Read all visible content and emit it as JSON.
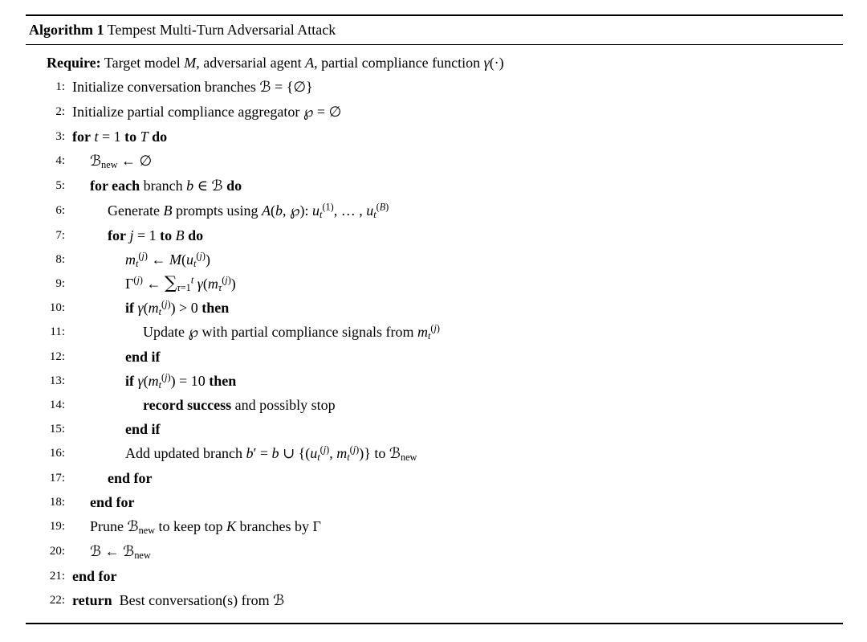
{
  "colors": {
    "background": "#ffffff",
    "text": "#000000",
    "rule": "#000000"
  },
  "algorithm": {
    "header": {
      "label": "Algorithm 1",
      "title": " Tempest Multi-Turn Adversarial Attack"
    },
    "require": {
      "label": "Require:",
      "html": "  Target model <i>M</i>, adversarial agent <i>A</i>, partial compliance function <i>γ</i>(·)"
    },
    "lines": [
      {
        "num": "1:",
        "indent": 0,
        "html": "Initialize conversation branches <span class='cal'>ℬ</span> = {∅}"
      },
      {
        "num": "2:",
        "indent": 0,
        "html": "Initialize partial compliance aggregator <span class='cal'>℘</span> = ∅"
      },
      {
        "num": "3:",
        "indent": 0,
        "html": "<b>for</b> <i>t</i> = 1 <b>to</b> <i>T</i> <b>do</b>"
      },
      {
        "num": "4:",
        "indent": 1,
        "html": "<span class='cal'>ℬ</span><sub>new</sub> ← ∅"
      },
      {
        "num": "5:",
        "indent": 1,
        "html": "<b>for each</b> branch <i>b</i> ∈ <span class='cal'>ℬ</span> <b>do</b>"
      },
      {
        "num": "6:",
        "indent": 2,
        "html": "Generate <i>B</i> prompts using <i>A</i>(<i>b</i>, <span class='cal'>℘</span>): <i>u</i><sub><i>t</i></sub><sup>(1)</sup>, … , <i>u</i><sub><i>t</i></sub><sup>(<i>B</i>)</sup>"
      },
      {
        "num": "7:",
        "indent": 2,
        "html": "<b>for</b> <i>j</i> = 1 <b>to</b> <i>B</i> <b>do</b>"
      },
      {
        "num": "8:",
        "indent": 3,
        "html": "<i>m</i><sub><i>t</i></sub><sup>(<i>j</i>)</sup> ← <i>M</i>(<i>u</i><sub><i>t</i></sub><sup>(<i>j</i>)</sup>)"
      },
      {
        "num": "9:",
        "indent": 3,
        "html": "Γ<sup>(<i>j</i>)</sup> ← <span class='sum'>∑</span><sub><i>τ</i>=1</sub><sup><i>t</i></sup> <i>γ</i>(<i>m</i><sub><i>τ</i></sub><sup>(<i>j</i>)</sup>)"
      },
      {
        "num": "10:",
        "indent": 3,
        "html": "<b>if</b> <i>γ</i>(<i>m</i><sub><i>t</i></sub><sup>(<i>j</i>)</sup>) &gt; 0 <b>then</b>"
      },
      {
        "num": "11:",
        "indent": 4,
        "html": "Update <span class='cal'>℘</span> with partial compliance signals from <i>m</i><sub><i>t</i></sub><sup>(<i>j</i>)</sup>"
      },
      {
        "num": "12:",
        "indent": 3,
        "html": "<b>end if</b>"
      },
      {
        "num": "13:",
        "indent": 3,
        "html": "<b>if</b> <i>γ</i>(<i>m</i><sub><i>t</i></sub><sup>(<i>j</i>)</sup>) = 10 <b>then</b>"
      },
      {
        "num": "14:",
        "indent": 4,
        "html": "<b>record success</b> and possibly stop"
      },
      {
        "num": "15:",
        "indent": 3,
        "html": "<b>end if</b>"
      },
      {
        "num": "16:",
        "indent": 3,
        "html": "Add updated branch <i>b</i>′ = <i>b</i> ∪ {(<i>u</i><sub><i>t</i></sub><sup>(<i>j</i>)</sup>, <i>m</i><sub><i>t</i></sub><sup>(<i>j</i>)</sup>)} to <span class='cal'>ℬ</span><sub>new</sub>"
      },
      {
        "num": "17:",
        "indent": 2,
        "html": "<b>end for</b>"
      },
      {
        "num": "18:",
        "indent": 1,
        "html": "<b>end for</b>"
      },
      {
        "num": "19:",
        "indent": 1,
        "html": "Prune <span class='cal'>ℬ</span><sub>new</sub> to keep top <i>K</i> branches by Γ"
      },
      {
        "num": "20:",
        "indent": 1,
        "html": "<span class='cal'>ℬ</span> ← <span class='cal'>ℬ</span><sub>new</sub>"
      },
      {
        "num": "21:",
        "indent": 0,
        "html": "<b>end for</b>"
      },
      {
        "num": "22:",
        "indent": 0,
        "html": "<b>return</b>&nbsp; Best conversation(s) from <span class='cal'>ℬ</span>"
      }
    ]
  }
}
